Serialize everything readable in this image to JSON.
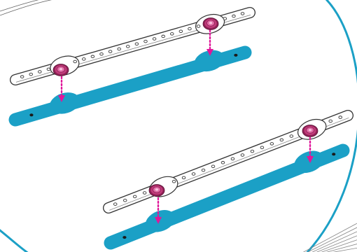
{
  "figure": {
    "colors": {
      "pad": "#1ba0c6",
      "bracket_stroke": "#333333",
      "bracket_fill": "#ffffff",
      "rim": "#1ba0c6",
      "arrow": "#e0179a",
      "screw_outer": "#8e2155",
      "screw_mid": "#c13a7a",
      "screw_inner": "#e06aa4",
      "screw_center": "#f7c1dc",
      "slot": "#1a1a1a"
    },
    "assemblies": [
      {
        "name": "upper-assembly",
        "bracket_holes": 26,
        "screws": 2
      },
      {
        "name": "lower-assembly",
        "bracket_holes": 24,
        "screws": 2
      }
    ],
    "icons": {
      "screw": "screw-icon",
      "arrow": "dotted-down-arrow-icon"
    }
  }
}
